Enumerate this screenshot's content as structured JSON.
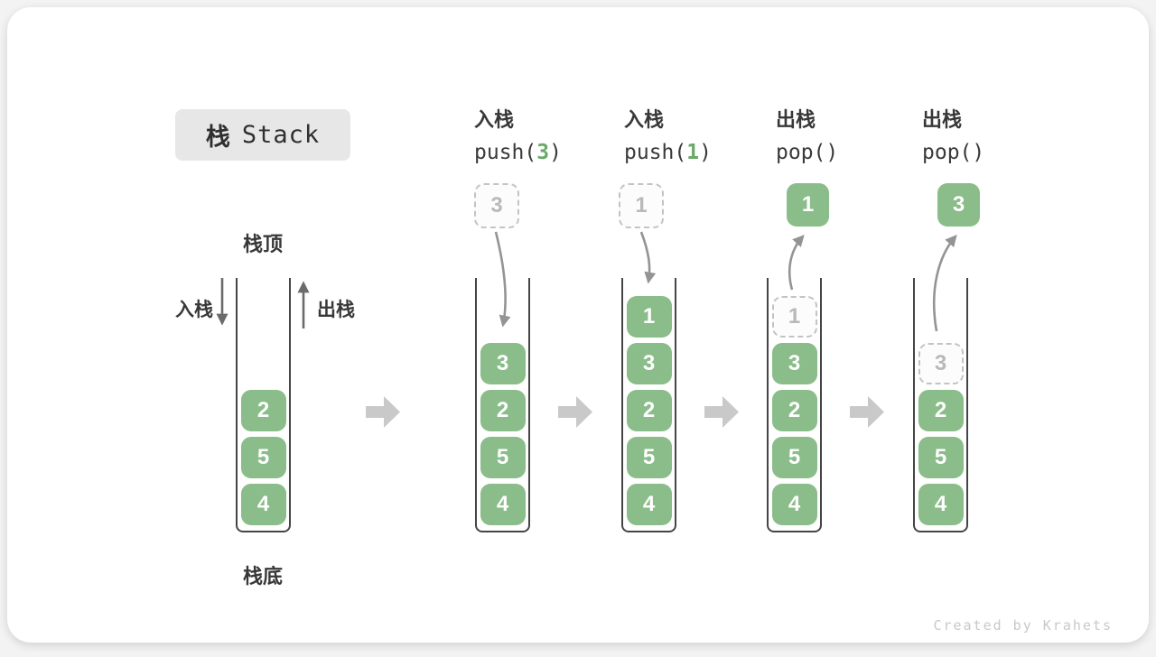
{
  "title": {
    "zh": "栈",
    "en": "Stack"
  },
  "legend": {
    "stack_top": "栈顶",
    "stack_bottom": "栈底",
    "push_label": "入栈",
    "pop_label": "出栈"
  },
  "watermark": "Created by Krahets",
  "colors": {
    "cell_green": "#8abd8a",
    "code_arg_green": "#69a969",
    "ghost_border": "#c3c3c3",
    "ghost_text": "#b9b9b9",
    "stack_wall": "#454545",
    "block_arrow": "#c9c9c9",
    "curve_arrow": "#999999",
    "title_badge_bg": "#e7e7e7",
    "label_text": "#383838",
    "watermark_text": "#c9c9c9"
  },
  "stages": [
    {
      "name": "initial",
      "cells": [
        {
          "value": "2"
        },
        {
          "value": "5"
        },
        {
          "value": "4"
        }
      ]
    },
    {
      "name": "push-3",
      "op": {
        "action": "入栈",
        "fn": "push(",
        "arg": "3",
        "close": ")"
      },
      "float": {
        "value": "3",
        "style": "ghost"
      },
      "cells": [
        {
          "value": "3"
        },
        {
          "value": "2"
        },
        {
          "value": "5"
        },
        {
          "value": "4"
        }
      ]
    },
    {
      "name": "push-1",
      "op": {
        "action": "入栈",
        "fn": "push(",
        "arg": "1",
        "close": ")"
      },
      "float": {
        "value": "1",
        "style": "ghost"
      },
      "cells": [
        {
          "value": "1"
        },
        {
          "value": "3"
        },
        {
          "value": "2"
        },
        {
          "value": "5"
        },
        {
          "value": "4"
        }
      ]
    },
    {
      "name": "pop-1",
      "op": {
        "action": "出栈",
        "fn": "pop(",
        "arg": "",
        "close": ")"
      },
      "float": {
        "value": "1",
        "style": "green"
      },
      "cells": [
        {
          "value": "1",
          "ghost": true
        },
        {
          "value": "3"
        },
        {
          "value": "2"
        },
        {
          "value": "5"
        },
        {
          "value": "4"
        }
      ]
    },
    {
      "name": "pop-3",
      "op": {
        "action": "出栈",
        "fn": "pop(",
        "arg": "",
        "close": ")"
      },
      "float": {
        "value": "3",
        "style": "green"
      },
      "cells": [
        {
          "value": "3",
          "ghost": true
        },
        {
          "value": "2"
        },
        {
          "value": "5"
        },
        {
          "value": "4"
        }
      ]
    }
  ]
}
